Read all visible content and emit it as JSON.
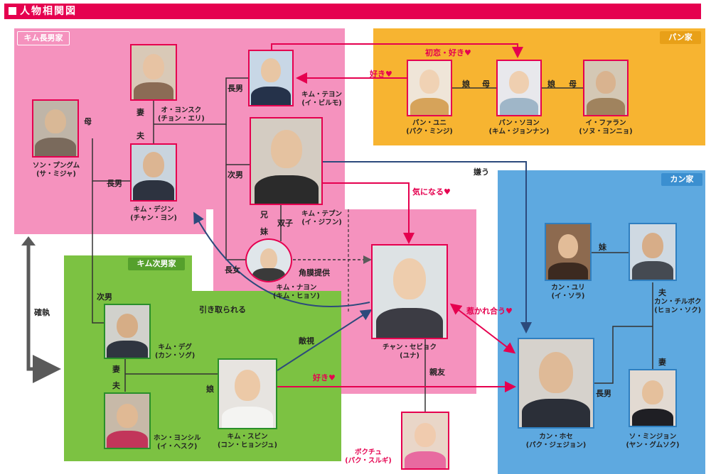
{
  "header": {
    "title": "人物相関図"
  },
  "families": {
    "kim_main": "キム長男家",
    "pan": "パン家",
    "kan": "カン家",
    "kim_second": "キム次男家"
  },
  "people": {
    "oh_yonsuku": {
      "name": "オ・ヨンスク",
      "actor": "(チョン・エリ)"
    },
    "kim_teyon": {
      "name": "キム・テヨン",
      "actor": "(イ・ビルモ)"
    },
    "son_pungumu": {
      "name": "ソン・プングム",
      "actor": "(サ・ミジャ)"
    },
    "kim_dejin": {
      "name": "キム・デジン",
      "actor": "(チャン・ヨン)"
    },
    "kim_tepun": {
      "name": "キム・テプン",
      "actor": "(イ・ジフン)"
    },
    "kim_nayon": {
      "name": "キム・ナヨン",
      "actor": "(キム・ヒョソ)"
    },
    "pan_yuni": {
      "name": "パン・ユニ",
      "actor": "(パク・ミンジ)"
    },
    "pan_soyon": {
      "name": "パン・ソヨン",
      "actor": "(キム・ジョンナン)"
    },
    "i_faran": {
      "name": "イ・ファラン",
      "actor": "(ソヌ・ヨンニョ)"
    },
    "chan_sebyoku": {
      "name": "チャン・セビョク",
      "actor": "(ユナ)"
    },
    "kan_yuri": {
      "name": "カン・ユリ",
      "actor": "(イ・ソラ)"
    },
    "kan_chirubokku": {
      "name": "カン・チルボク",
      "actor": "(ヒョン・ソク)"
    },
    "kim_degu": {
      "name": "キム・デグ",
      "actor": "(カン・ソグ)"
    },
    "hon_yonshiru": {
      "name": "ホン・ヨンシル",
      "actor": "(イ・ヘスク)"
    },
    "kim_subin": {
      "name": "キム・スビン",
      "actor": "(コン・ヒョンジュ)"
    },
    "kan_hose": {
      "name": "カン・ホセ",
      "actor": "(パク・ジェジョン)"
    },
    "so_minjon": {
      "name": "ソ・ミンジョン",
      "actor": "(ヤン・グムソク)"
    },
    "bokuchu": {
      "name": "ボクチュ",
      "actor": "(パク・スルギ)"
    }
  },
  "relations": {
    "tsuma": "妻",
    "otto": "夫",
    "haha": "母",
    "chounan": "長男",
    "jinan": "次男",
    "choujo": "長女",
    "ani": "兄",
    "imouto": "妹",
    "futago": "双子",
    "musume": "娘",
    "haha2": "母",
    "musume2": "娘",
    "haha3": "母",
    "kakumaku": "角膜提供",
    "hikitorareru": "引き取られる",
    "kakushitsu": "確執",
    "tekishi": "敵視",
    "shinyuu": "親友",
    "iyau": "嫌う",
    "kan_imouto": "妹",
    "kan_otto": "夫",
    "kan_tsuma": "妻",
    "kan_chounan": "長男",
    "kim2_jinan": "次男",
    "kim2_tsuma": "妻",
    "kim2_otto": "夫",
    "kim2_musume": "娘"
  },
  "pink_relations": {
    "hatsukoi": "初恋・好き♥",
    "suki1": "好き♥",
    "kininaru": "気になる♥",
    "hikareau": "惹かれ合う♥",
    "suki2": "好き♥"
  },
  "colors": {
    "pink_panel": "#f592be",
    "orange_panel": "#f7b431",
    "blue_panel": "#5ea9e0",
    "green_panel": "#7cc242",
    "accent": "#e5004f",
    "navy_line": "#2c4a7c"
  }
}
